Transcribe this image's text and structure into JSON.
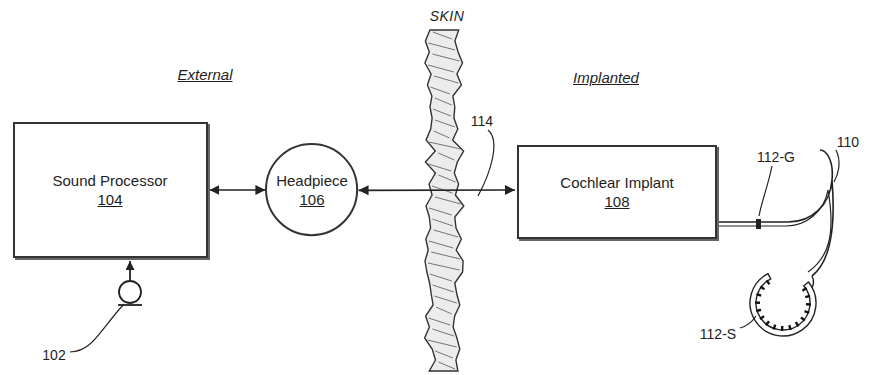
{
  "diagram": {
    "nodes": [
      {
        "text": [
          "Sound Processor",
          "104"
        ]
      },
      {
        "text": [
          "Headpiece",
          "106"
        ]
      },
      {
        "text": [
          "Cochlear Implant",
          "108"
        ]
      }
    ],
    "edges": [
      {
        "from": 0,
        "to": 1,
        "arrow": "both"
      },
      {
        "from": 1,
        "to": 2,
        "arrow": "both"
      }
    ],
    "labels": [
      "External",
      "Implanted",
      "SKIN",
      "114",
      "112-G",
      "110",
      "112-S",
      "102"
    ]
  }
}
